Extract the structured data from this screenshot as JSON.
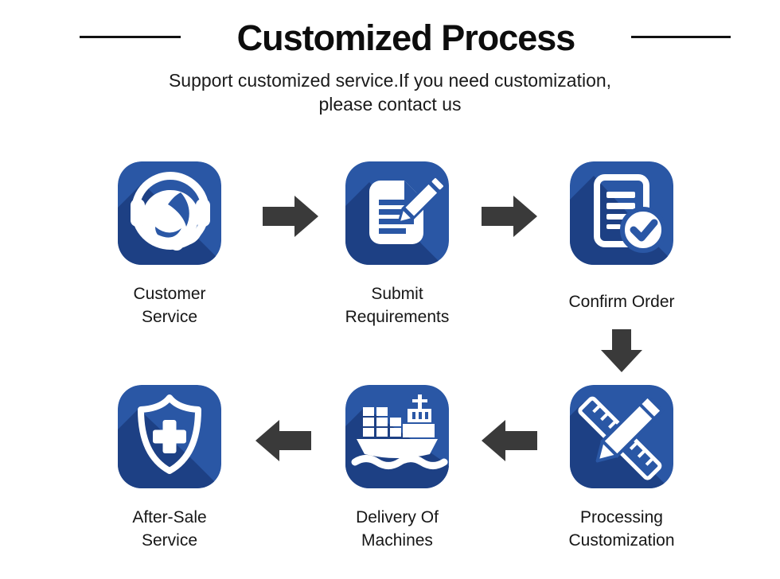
{
  "header": {
    "title": "Customized Process",
    "subtitle": "Support customized service.If you need customization,\nplease contact us"
  },
  "colors": {
    "tile_blue": "#2a57a5",
    "tile_shadow": "#1d4084",
    "arrow": "#3a3a3a",
    "text": "#151515"
  },
  "steps": [
    {
      "id": "customer-service",
      "label": "Customer\nService",
      "icon": "headset-agent-icon"
    },
    {
      "id": "submit-requirements",
      "label": "Submit\nRequirements",
      "icon": "document-pencil-icon"
    },
    {
      "id": "confirm-order",
      "label": "Confirm Order",
      "icon": "document-checkmark-icon"
    },
    {
      "id": "processing-customization",
      "label": "Processing\nCustomization",
      "icon": "pencil-ruler-icon"
    },
    {
      "id": "delivery-of-machines",
      "label": "Delivery Of\nMachines",
      "icon": "cargo-ship-icon"
    },
    {
      "id": "after-sale-service",
      "label": "After-Sale\nService",
      "icon": "shield-plus-icon"
    }
  ],
  "flow": {
    "arrows": [
      {
        "id": "arrow-1",
        "direction": "right",
        "from": "customer-service",
        "to": "submit-requirements"
      },
      {
        "id": "arrow-2",
        "direction": "right",
        "from": "submit-requirements",
        "to": "confirm-order"
      },
      {
        "id": "arrow-3",
        "direction": "down",
        "from": "confirm-order",
        "to": "processing-customization"
      },
      {
        "id": "arrow-4",
        "direction": "left",
        "from": "processing-customization",
        "to": "delivery-of-machines"
      },
      {
        "id": "arrow-5",
        "direction": "left",
        "from": "delivery-of-machines",
        "to": "after-sale-service"
      }
    ]
  }
}
